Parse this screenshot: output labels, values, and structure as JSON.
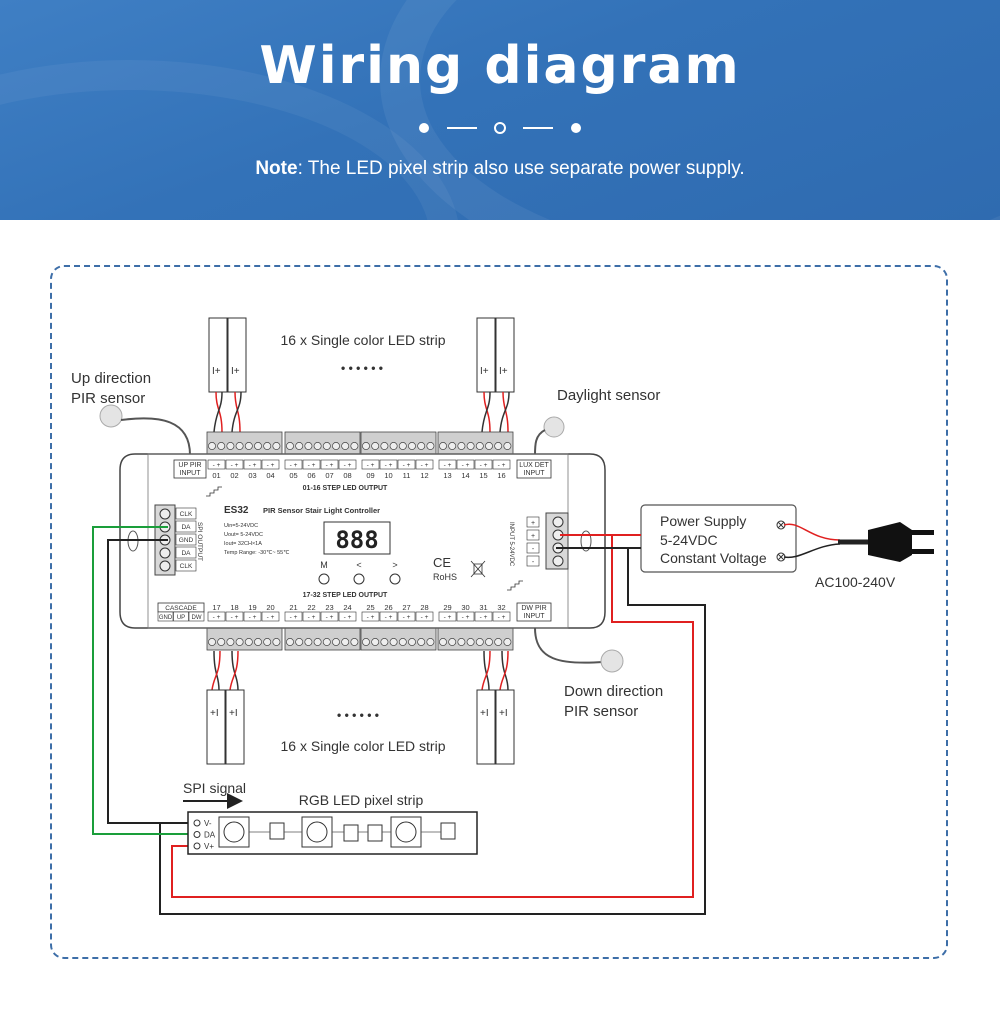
{
  "header": {
    "title": "Wiring diagram",
    "note_label": "Note",
    "note_text": ":  The LED pixel strip also use separate power supply."
  },
  "diagram": {
    "top_strip_label": "16 x Single color LED strip",
    "bottom_strip_label": "16 x Single color LED strip",
    "ellipsis": "• • • • • •",
    "up_sensor_line1": "Up direction",
    "up_sensor_line2": "PIR sensor",
    "daylight_sensor": "Daylight sensor",
    "down_sensor_line1": "Down direction",
    "down_sensor_line2": "PIR sensor",
    "controller": {
      "up_pir_1": "UP PIR",
      "up_pir_2": "INPUT",
      "lux_1": "LUX DET",
      "lux_2": "INPUT",
      "top_channels": [
        "01",
        "02",
        "03",
        "04",
        "05",
        "06",
        "07",
        "08",
        "09",
        "10",
        "11",
        "12",
        "13",
        "14",
        "15",
        "16"
      ],
      "bottom_channels": [
        "17",
        "18",
        "19",
        "20",
        "21",
        "22",
        "23",
        "24",
        "25",
        "26",
        "27",
        "28",
        "29",
        "30",
        "31",
        "32"
      ],
      "top_output": "01-16 STEP LED OUTPUT",
      "bottom_output": "17-32 STEP LED OUTPUT",
      "model": "ES32",
      "name": "PIR Sensor Stair Light Controller",
      "spec1": "Uin=5-24VDC",
      "spec2": "Uout= 5-24VDC",
      "spec3": "Iout= 32CH×1A",
      "spec4": "Temp Range: -30℃~ 55℃",
      "spi_pins": [
        "CLK",
        "DA",
        "GND",
        "DA",
        "CLK"
      ],
      "spi_label": "SPI OUTPUT",
      "input_label": "INPUT 5-24VDC",
      "btn_m": "M",
      "btn_left": "<",
      "btn_right": ">",
      "ce": "CE",
      "rohs": "RoHS",
      "cascade": "CASCADE",
      "cascade_pins": [
        "GND",
        "UP",
        "DW"
      ],
      "dw_pir_1": "DW PIR",
      "dw_pir_2": "INPUT",
      "input_pins": [
        "+",
        "+",
        "-",
        "-"
      ]
    },
    "power_supply_line1": "Power Supply",
    "power_supply_line2": "5-24VDC",
    "power_supply_line3": "Constant Voltage",
    "ac_label": "AC100-240V",
    "spi_signal": "SPI signal",
    "pixel_strip": "RGB LED pixel strip",
    "pixel_pins": [
      "V-",
      "DA",
      "V+"
    ]
  },
  "colors": {
    "banner": "#3372b8",
    "frame": "#3d6ea8",
    "wire_red": "#e02020",
    "wire_green": "#1a9e3a",
    "wire_black": "#222222"
  }
}
